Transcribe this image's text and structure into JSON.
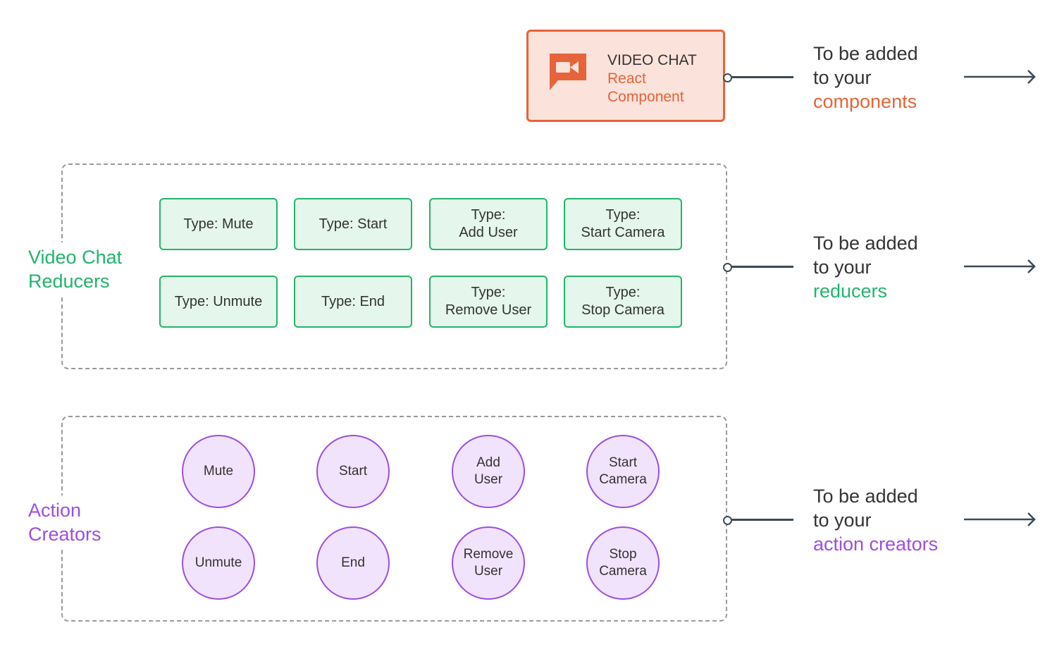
{
  "component_card": {
    "title": "VIDEO CHAT",
    "subtitle_line1": "React",
    "subtitle_line2": "Component",
    "icon": "video-chat-icon"
  },
  "reducers_group": {
    "label": "Video Chat Reducers",
    "items": [
      {
        "line1": "Type: Mute",
        "line2": ""
      },
      {
        "line1": "Type: Start",
        "line2": ""
      },
      {
        "line1": "Type:",
        "line2": "Add User"
      },
      {
        "line1": "Type:",
        "line2": "Start Camera"
      },
      {
        "line1": "Type: Unmute",
        "line2": ""
      },
      {
        "line1": "Type: End",
        "line2": ""
      },
      {
        "line1": "Type:",
        "line2": "Remove User"
      },
      {
        "line1": "Type:",
        "line2": "Stop Camera"
      }
    ]
  },
  "actions_group": {
    "label": "Action Creators",
    "items": [
      {
        "line1": "Mute",
        "line2": ""
      },
      {
        "line1": "Start",
        "line2": ""
      },
      {
        "line1": "Add",
        "line2": "User"
      },
      {
        "line1": "Start",
        "line2": "Camera"
      },
      {
        "line1": "Unmute",
        "line2": ""
      },
      {
        "line1": "End",
        "line2": ""
      },
      {
        "line1": "Remove",
        "line2": "User"
      },
      {
        "line1": "Stop",
        "line2": "Camera"
      }
    ]
  },
  "captions": {
    "components": {
      "line1": "To be added",
      "line2": "to your",
      "accent": "components"
    },
    "reducers": {
      "line1": "To be added",
      "line2": "to your",
      "accent": "reducers"
    },
    "actions": {
      "line1": "To be added",
      "line2": "to your",
      "accent": "action creators"
    }
  },
  "colors": {
    "component": "#e5643b",
    "reducer": "#22b56b",
    "action": "#9b4fe0",
    "connector": "#3d4a55"
  }
}
